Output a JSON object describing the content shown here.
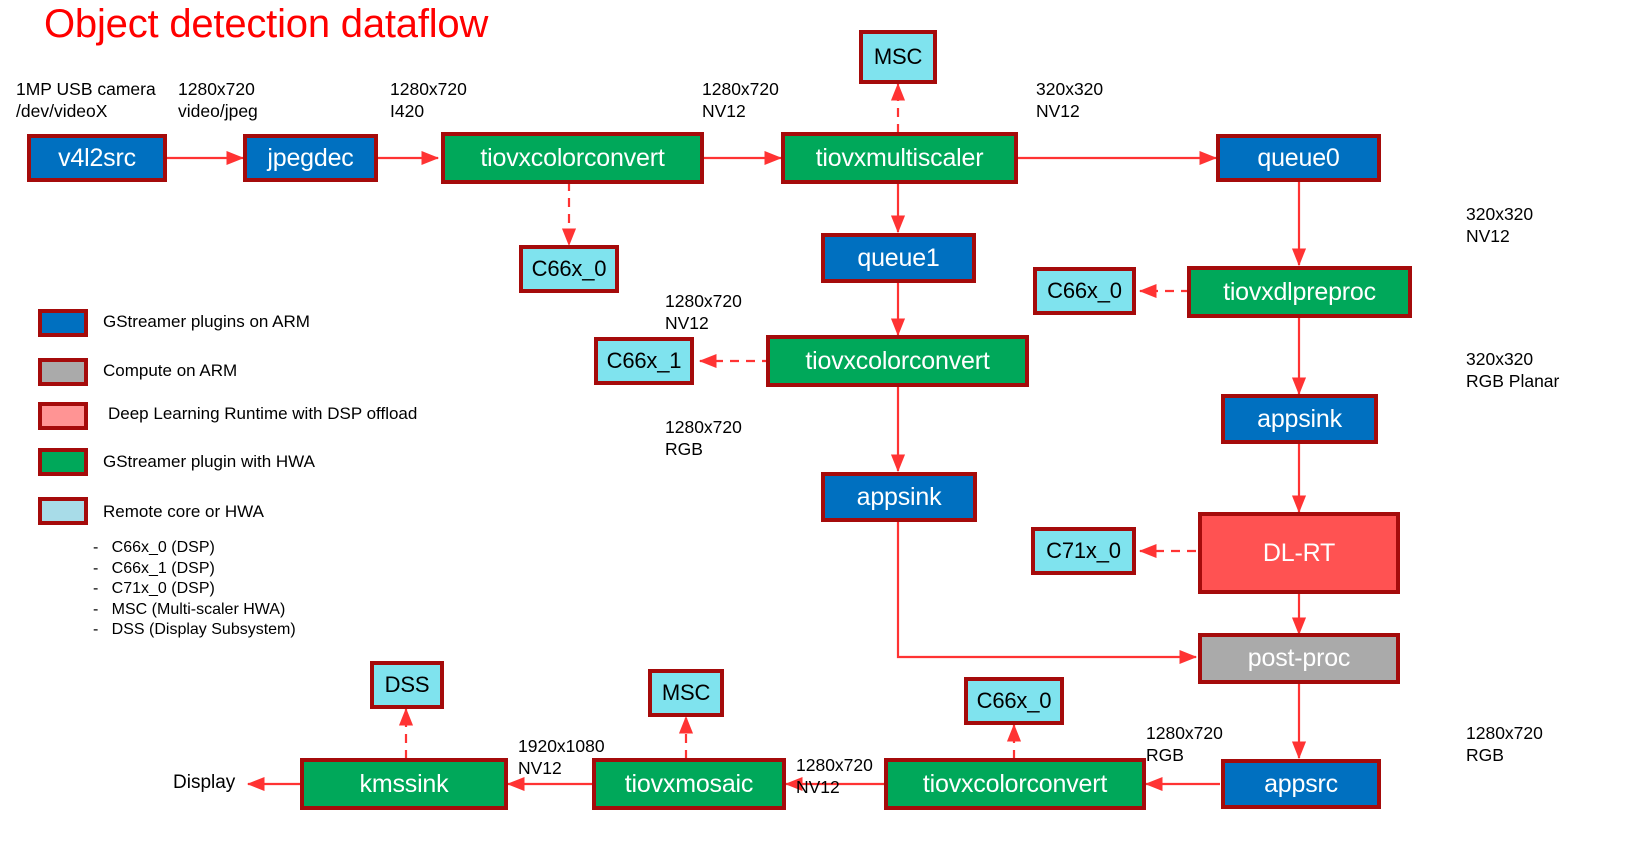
{
  "title": "Object detection dataflow",
  "colors": {
    "blue": "#0070C0",
    "green": "#00A85A",
    "cyan": "#7FE3EE",
    "red": "#FF5252",
    "gray": "#AAAAAA",
    "border": "#A50B0B",
    "arrow": "#FF3333",
    "title": "#FF0000",
    "legend_cyan": "#A8DCE8",
    "legend_pink": "#FF9494"
  },
  "nodes": {
    "v4l2src": "v4l2src",
    "jpegdec": "jpegdec",
    "colorconvert1": "tiovxcolorconvert",
    "multiscaler": "tiovxmultiscaler",
    "msc_top": "MSC",
    "queue0": "queue0",
    "c66x0_top": "C66x_0",
    "queue1": "queue1",
    "c66x0_right": "C66x_0",
    "dlpreproc": "tiovxdlpreproc",
    "colorconvert2": "tiovxcolorconvert",
    "c66x1": "C66x_1",
    "appsink_mid": "appsink",
    "appsink_right": "appsink",
    "dlrt": "DL-RT",
    "c71x0": "C71x_0",
    "postproc": "post-proc",
    "appsrc": "appsrc",
    "colorconvert3": "tiovxcolorconvert",
    "c66x0_bottom": "C66x_0",
    "mosaic": "tiovxmosaic",
    "msc_bottom": "MSC",
    "kmssink": "kmssink",
    "dss": "DSS"
  },
  "captions": {
    "camera": "1MP USB camera\n/dev/videoX",
    "cap_720_jpeg": "1280x720\nvideo/jpeg",
    "cap_720_i420": "1280x720\nI420",
    "cap_720_nv12_a": "1280x720\nNV12",
    "cap_320_nv12_a": "320x320\nNV12",
    "cap_320_nv12_b": "320x320\nNV12",
    "cap_320_rgbp": "320x320\nRGB Planar",
    "cap_720_nv12_b": "1280x720\nNV12",
    "cap_720_rgb_a": "1280x720\nRGB",
    "cap_720_rgb_right": "1280x720\nRGB",
    "cap_720_rgb_mid": "1280x720\nRGB",
    "cap_720_nv12_bottom": "1280x720\nNV12",
    "cap_1920_nv12": "1920x1080\nNV12",
    "display": "Display"
  },
  "legend": {
    "items": [
      {
        "swatch": "blue",
        "color": "#0070C0",
        "label": "GStreamer plugins on ARM"
      },
      {
        "swatch": "gray",
        "color": "#AAAAAA",
        "label": "Compute on ARM"
      },
      {
        "swatch": "pink",
        "color": "#FF9494",
        "label": "Deep Learning Runtime with DSP offload"
      },
      {
        "swatch": "green",
        "color": "#00A85A",
        "label": "GStreamer plugin with HWA"
      },
      {
        "swatch": "legend-cyan",
        "color": "#A8DCE8",
        "label": "Remote core or HWA"
      }
    ],
    "bullets": [
      "-   C66x_0 (DSP)",
      "-   C66x_1 (DSP)",
      "-   C71x_0 (DSP)",
      "-   MSC (Multi-scaler HWA)",
      "-   DSS (Display Subsystem)"
    ]
  }
}
